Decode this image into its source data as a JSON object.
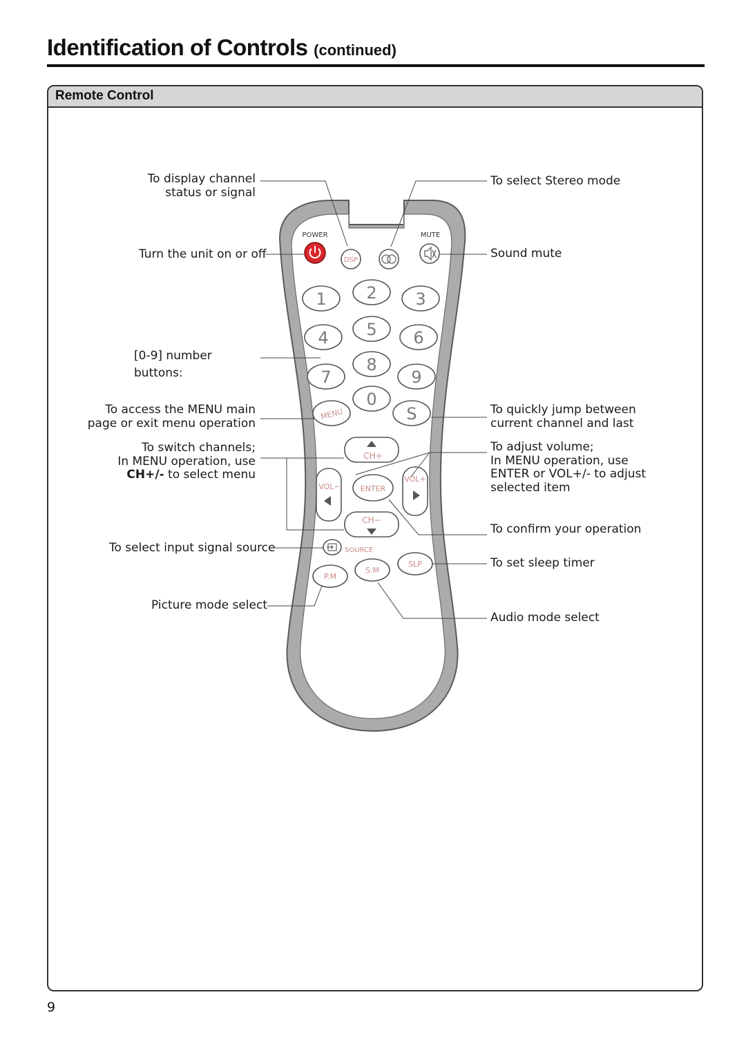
{
  "page": {
    "title": "Identification of Controls",
    "title_suffix": "(continued)",
    "section_title": "Remote Control",
    "page_number": "9"
  },
  "labels_left": {
    "dsp": "To display channel\n  status or signal",
    "power": "Turn the unit on or off",
    "numbers": "[0-9] number\nbuttons:",
    "menu": "To access the MENU main\npage or exit menu operation",
    "channel_line1": "To switch channels;",
    "channel_line2": "In MENU operation, use",
    "channel_bold": "CH+/-",
    "channel_rest": " to select menu",
    "source": "To select input signal source",
    "pm": "Picture mode select"
  },
  "labels_right": {
    "stereo": "To select Stereo mode",
    "mute": "Sound mute",
    "recall": "To quickly jump between\ncurrent channel and last",
    "volume": "To adjust volume;\nIn MENU operation, use\nENTER or VOL+/- to adjust\nselected item",
    "enter": "To confirm your operation",
    "sleep": "To set sleep timer",
    "sm": "Audio mode select"
  },
  "remote": {
    "power_label": "POWER",
    "mute_label": "MUTE",
    "dsp_label": "DSP",
    "digits": [
      "1",
      "2",
      "3",
      "4",
      "5",
      "6",
      "7",
      "8",
      "9",
      "0"
    ],
    "menu_label": "MENU",
    "recall_label": "S",
    "ch_up_label": "CH+",
    "ch_down_label": "CH−",
    "vol_down_label": "VOL−",
    "vol_up_label": "VOL+",
    "enter_label": "ENTER",
    "source_label": "SOURCE",
    "sleep_label": "SLP",
    "sm_label": "S.M",
    "pm_label": "P.M"
  },
  "colors": {
    "power_button": "#d8262b",
    "button_text": "#7a7a7a"
  }
}
